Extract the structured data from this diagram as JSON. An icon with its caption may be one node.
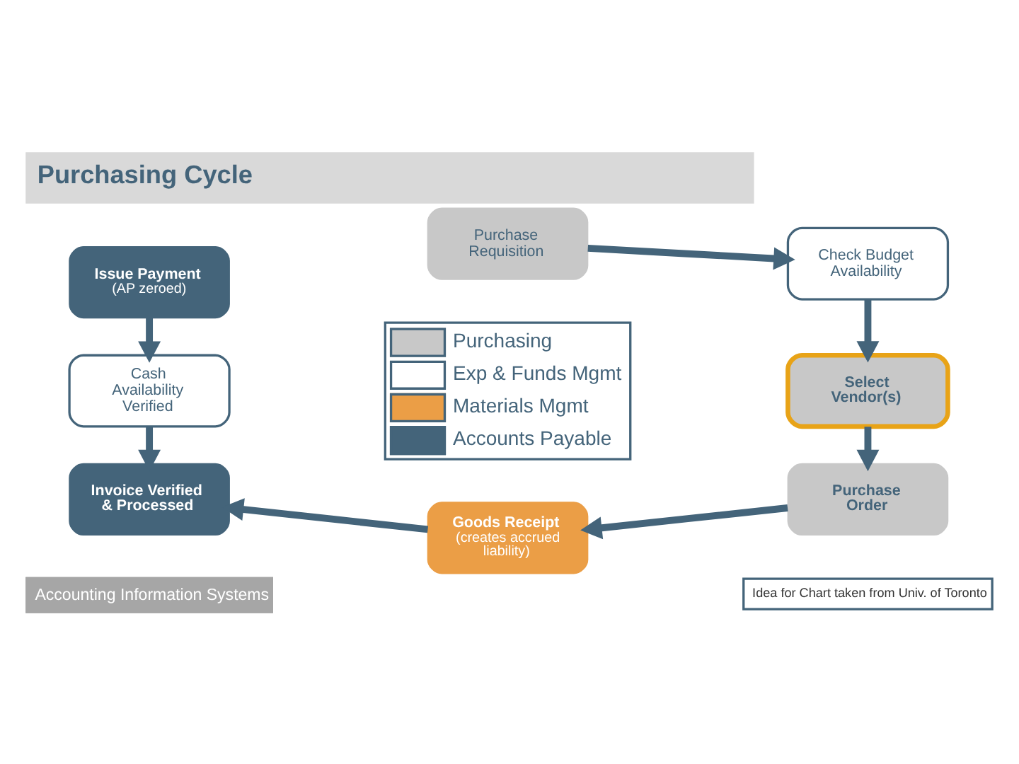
{
  "diagram": {
    "title": "Purchasing Cycle",
    "nodes": [
      {
        "text": [
          "Purchase Requisition"
        ]
      },
      {
        "text": [
          "Issue Payment",
          "(AP zeroed)"
        ]
      },
      {
        "text": [
          "Check Budget Availability"
        ]
      },
      {
        "text": [
          "Cash Availability Verified"
        ]
      },
      {
        "text": [
          "Select Vendor(s)"
        ]
      },
      {
        "text": [
          "Invoice Verified & Processed"
        ]
      },
      {
        "text": [
          "Purchase Order"
        ]
      },
      {
        "text": [
          "Goods Receipt",
          "(creates accrued liability)"
        ]
      }
    ],
    "edges": [
      {
        "from": 0,
        "to": 2,
        "arrow": "to"
      },
      {
        "from": 2,
        "to": 4,
        "arrow": "to"
      },
      {
        "from": 4,
        "to": 6,
        "arrow": "to"
      },
      {
        "from": 6,
        "to": 7,
        "arrow": "to"
      },
      {
        "from": 7,
        "to": 5,
        "arrow": "to"
      },
      {
        "from": 1,
        "to": 3,
        "arrow": "to"
      },
      {
        "from": 3,
        "to": 5,
        "arrow": "to"
      }
    ],
    "labels": [
      "Accounting Information Systems",
      "Idea for Chart taken from Univ. of Toronto"
    ],
    "legend": [
      {
        "text": "Purchasing",
        "color": "#c8c8c8"
      },
      {
        "text": "Exp & Funds Mgmt",
        "color": "#ffffff"
      },
      {
        "text": "Materials Mgmt",
        "color": "#eb9e46"
      },
      {
        "text": "Accounts Payable",
        "color": "#44647a"
      }
    ]
  }
}
